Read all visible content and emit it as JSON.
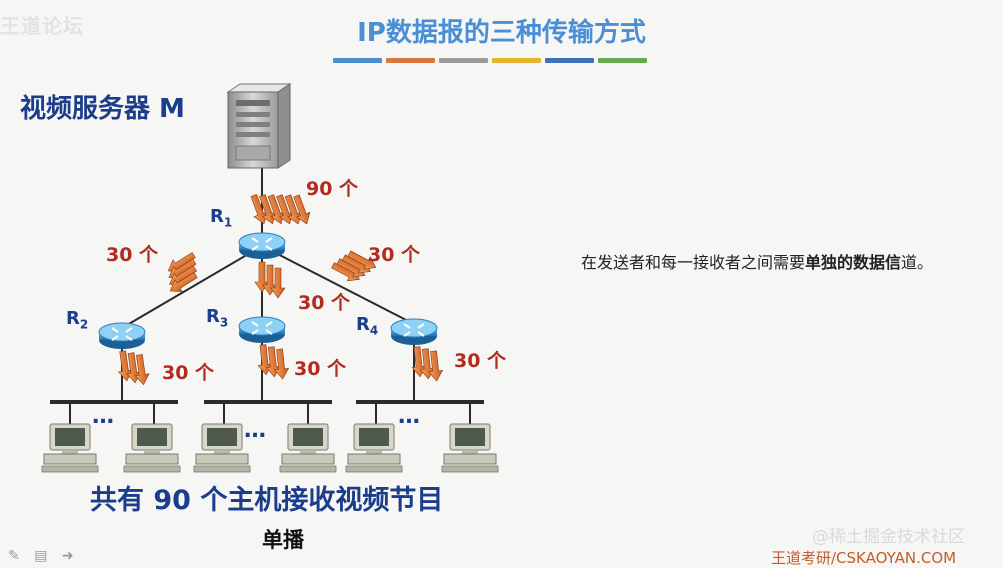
{
  "watermark_top_left": "王道论坛",
  "title": "IP数据报的三种传输方式",
  "title_bar_colors": [
    "#4b8ecf",
    "#d9773f",
    "#9a9a9a",
    "#e6b52e",
    "#3e6fb8",
    "#6aa84f"
  ],
  "server_label": "视频服务器 M",
  "routers": [
    {
      "id": "R1",
      "name": "R",
      "sub": "1"
    },
    {
      "id": "R2",
      "name": "R",
      "sub": "2"
    },
    {
      "id": "R3",
      "name": "R",
      "sub": "3"
    },
    {
      "id": "R4",
      "name": "R",
      "sub": "4"
    }
  ],
  "counts": {
    "server_to_r1": "90 个",
    "r1_to_r2": "30 个",
    "r1_to_r3": "30 个",
    "r1_to_r4": "30 个",
    "r2_to_hosts": "30 个",
    "r3_to_hosts": "30 个",
    "r4_to_hosts": "30 个"
  },
  "ellipsis": "…",
  "note": {
    "prefix": "在发送者和每一接收者之间需要",
    "bold": "单独的数据信",
    "suffix": "道。"
  },
  "summary": "共有 90 个主机接收视频节目",
  "caption": "单播",
  "footer_watermark": "@稀土掘金技术社区",
  "footer_brand": "王道考研/CSKAOYAN.COM",
  "colors": {
    "title": "#4a8fd6",
    "label_blue": "#1c3d8c",
    "count_red": "#b32a1f",
    "arrow_orange": "#e0742e",
    "router_blue": "#3a9ad9"
  }
}
